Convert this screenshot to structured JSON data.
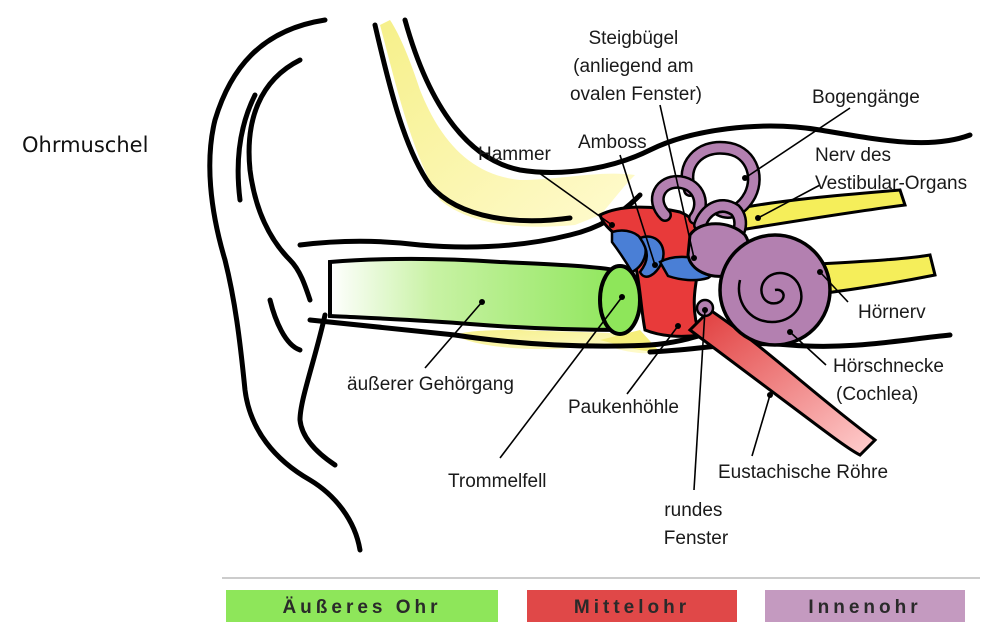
{
  "title": "Ohrmuschel",
  "labels": {
    "steigbuegel": [
      "Steigbügel",
      "(anliegend am",
      "ovalen Fenster)"
    ],
    "bogengaenge": "Bogengänge",
    "hammer": "Hammer",
    "amboss": "Amboss",
    "nerv_vestibular": [
      "Nerv des",
      "Vestibular-Organs"
    ],
    "hoernerv": "Hörnerv",
    "gehoergang": "äußerer Gehörgang",
    "paukenhoehle": "Paukenhöhle",
    "hoerschnecke": [
      "Hörschnecke",
      "(Cochlea)"
    ],
    "trommelfell": "Trommelfell",
    "eustachische": "Eustachische Röhre",
    "rundes_fenster": [
      "rundes",
      "Fenster"
    ]
  },
  "legend": [
    {
      "label": "Äußeres Ohr",
      "color": "#8ee65a"
    },
    {
      "label": "Mittelohr",
      "color": "#e04848"
    },
    {
      "label": "Innenohr",
      "color": "#c49ac0"
    }
  ],
  "colors": {
    "outer_ear": "#8ee65a",
    "middle_ear": "#e83a3a",
    "inner_ear": "#b380b0",
    "bone": "#f2ea6a",
    "ossicles": "#4a7fd6"
  }
}
